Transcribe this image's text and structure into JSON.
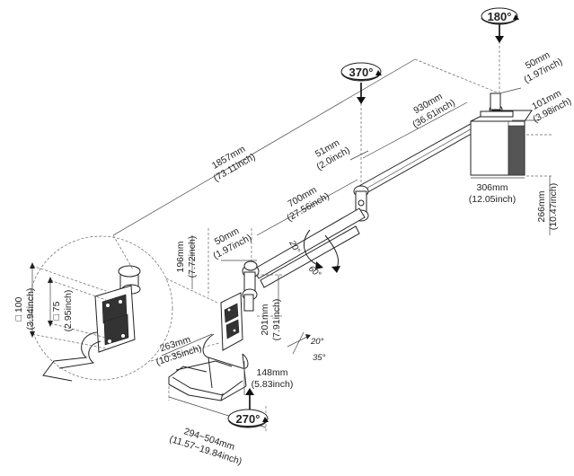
{
  "rotations": {
    "top": "180°",
    "mid": "370°",
    "bottom": "270°"
  },
  "angles": {
    "tilt_up": "20°",
    "tilt_down": "60°",
    "tray_up": "20°",
    "tray_down": "35°"
  },
  "dimensions": {
    "overall_mm": "1857mm",
    "overall_in": "(73.11inch)",
    "arm1_mm": "930mm",
    "arm1_in": "(36.61inch)",
    "top_w_mm": "50mm",
    "top_w_in": "(1.97inch)",
    "clamp_mm": "101mm",
    "clamp_in": "(3.98inch)",
    "arm_off_mm": "51mm",
    "arm_off_in": "(2.0inch)",
    "arm2_mm": "700mm",
    "arm2_in": "(27.56inch)",
    "base_w_mm": "306mm",
    "base_w_in": "(12.05inch)",
    "base_h_mm": "266mm",
    "base_h_in": "(10.47inch)",
    "joint_w_mm": "50mm",
    "joint_w_in": "(1.97inch)",
    "drop_mm": "196mm",
    "drop_in": "(7.72inch)",
    "stem_mm": "201mm",
    "stem_in": "(7.91inch)",
    "vesa100": "□ 100",
    "vesa100_in": "(3.94inch)",
    "vesa75": "□ 75",
    "vesa75_in": "(2.95inch)",
    "tray_d_mm": "263mm",
    "tray_d_in": "(10.35inch)",
    "tray_h_mm": "148mm",
    "tray_h_in": "(5.83inch)",
    "tray_w_mm": "294~504mm",
    "tray_w_in": "(11.57~19.84inch)"
  }
}
